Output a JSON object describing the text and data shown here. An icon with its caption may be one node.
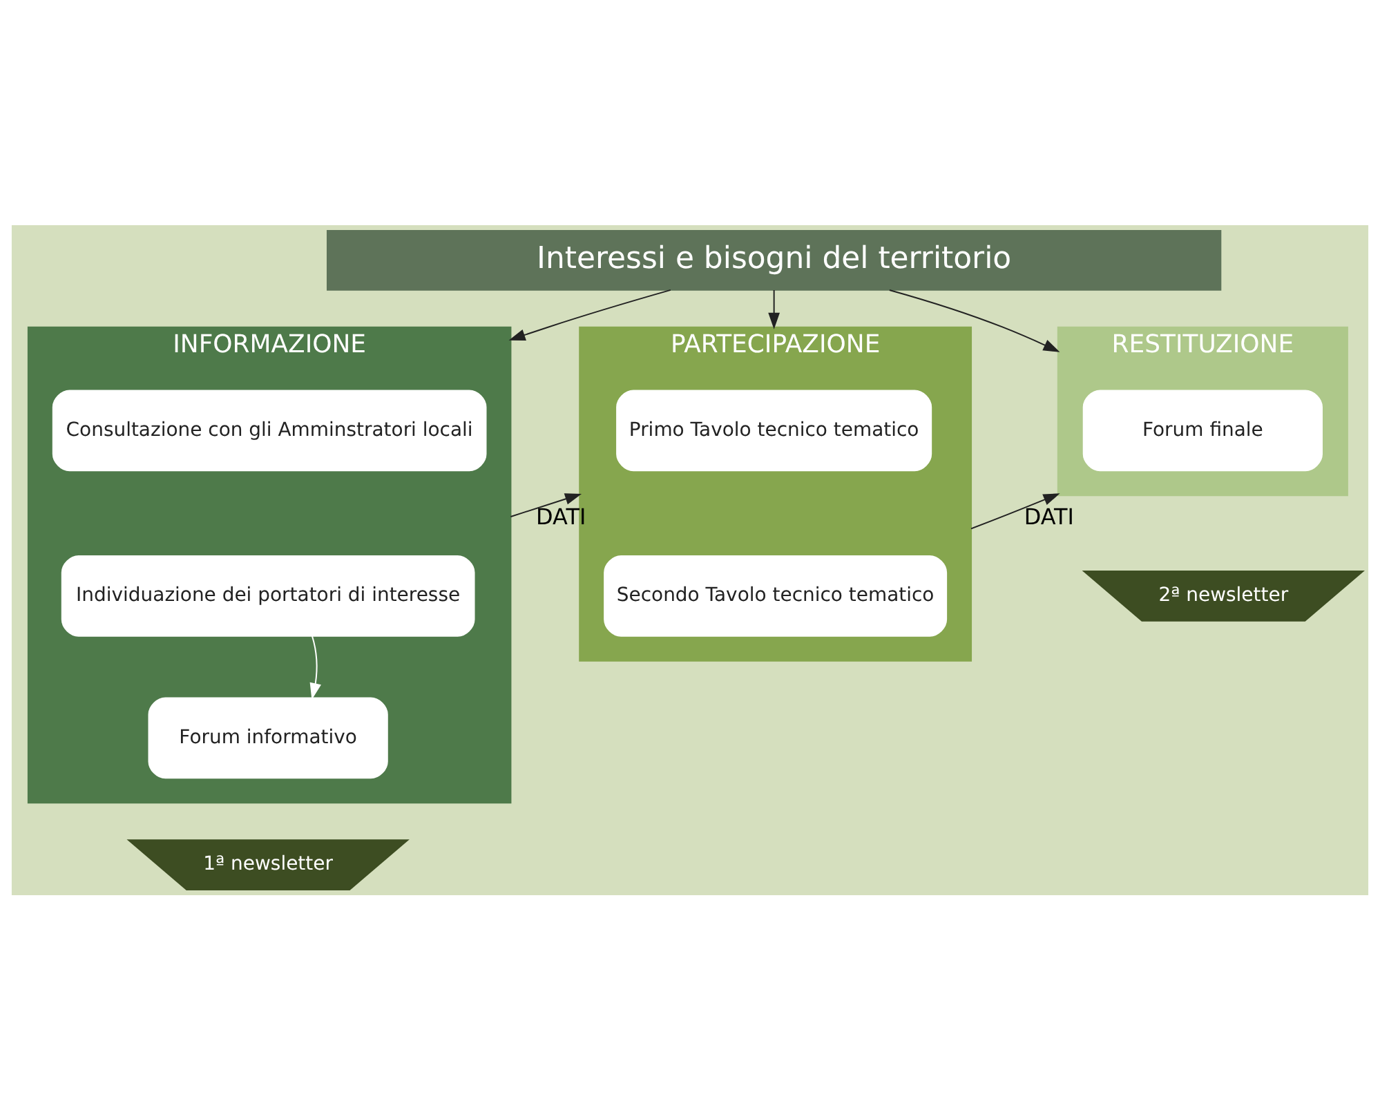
{
  "diagram": {
    "nodes": [
      {
        "text": [
          "Interessi e bisogni del territorio"
        ]
      },
      {
        "text": [
          "INFORMAZIONE"
        ]
      },
      {
        "text": [
          "Consultazione con gli Amminstratori locali"
        ],
        "in": 1
      },
      {
        "text": [
          "Individuazione dei portatori di interesse"
        ],
        "in": 1
      },
      {
        "text": [
          "Forum informativo"
        ],
        "in": 1
      },
      {
        "text": [
          "PARTECIPAZIONE"
        ]
      },
      {
        "text": [
          "Primo Tavolo tecnico tematico"
        ],
        "in": 5
      },
      {
        "text": [
          "Secondo Tavolo tecnico tematico"
        ],
        "in": 5
      },
      {
        "text": [
          "RESTITUZIONE"
        ]
      },
      {
        "text": [
          "Forum finale"
        ],
        "in": 8
      },
      {
        "text": [
          "1ª newsletter"
        ]
      },
      {
        "text": [
          "2ª newsletter"
        ]
      }
    ],
    "edges": [
      {
        "from": 0,
        "to": 1,
        "arrow": "to"
      },
      {
        "from": 0,
        "to": 5,
        "arrow": "to"
      },
      {
        "from": 0,
        "to": 8,
        "arrow": "to"
      },
      {
        "from": 3,
        "to": 4,
        "arrow": "to",
        "color": "#ffffff"
      },
      {
        "from": 1,
        "to": 5,
        "arrow": "to",
        "label": "DATI"
      },
      {
        "from": 5,
        "to": 8,
        "arrow": "to",
        "label": "DATI"
      }
    ]
  }
}
